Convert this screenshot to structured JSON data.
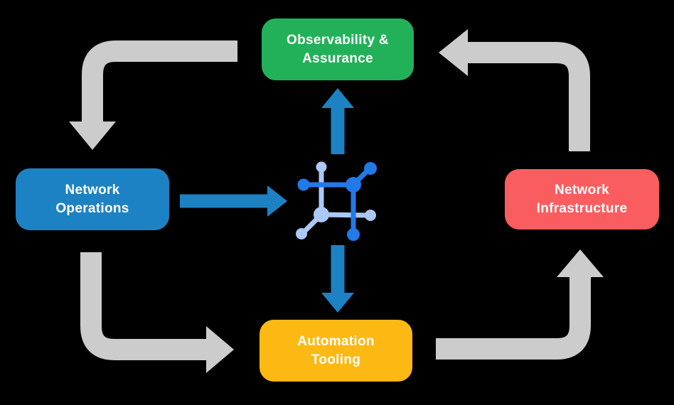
{
  "diagram": {
    "background": "#000000",
    "colors": {
      "cycle_arrow": "#cccccc",
      "flow_arrow": "#1d82c4",
      "icon_primary": "#217ae8",
      "icon_secondary": "#abc9f4",
      "label_text": "#ffffff"
    },
    "nodes": {
      "observability": {
        "line1": "Observability &",
        "line2": "Assurance",
        "color": "#22b159"
      },
      "operations": {
        "line1": "Network",
        "line2": "Operations",
        "color": "#1d82c4"
      },
      "infrastructure": {
        "line1": "Network",
        "line2": "Infrastructure",
        "color": "#fa5d5f"
      },
      "automation": {
        "line1": "Automation",
        "line2": "Tooling",
        "color": "#fcb913"
      }
    },
    "center_icon": {
      "name": "network-topology-icon"
    },
    "arrows": [
      {
        "name": "cycle-arrow-observability-to-operations",
        "from": "Observability & Assurance",
        "to": "Network Operations",
        "style": "cycle"
      },
      {
        "name": "cycle-arrow-operations-to-automation",
        "from": "Network Operations",
        "to": "Automation Tooling",
        "style": "cycle"
      },
      {
        "name": "cycle-arrow-automation-to-infrastructure",
        "from": "Automation Tooling",
        "to": "Network Infrastructure",
        "style": "cycle"
      },
      {
        "name": "cycle-arrow-infrastructure-to-observability",
        "from": "Network Infrastructure",
        "to": "Observability & Assurance",
        "style": "cycle"
      },
      {
        "name": "flow-arrow-operations-to-center",
        "from": "Network Operations",
        "to": "center icon",
        "style": "flow"
      },
      {
        "name": "flow-arrow-center-to-observability",
        "from": "center icon",
        "to": "Observability & Assurance",
        "style": "flow"
      },
      {
        "name": "flow-arrow-center-to-automation",
        "from": "center icon",
        "to": "Automation Tooling",
        "style": "flow"
      }
    ]
  }
}
